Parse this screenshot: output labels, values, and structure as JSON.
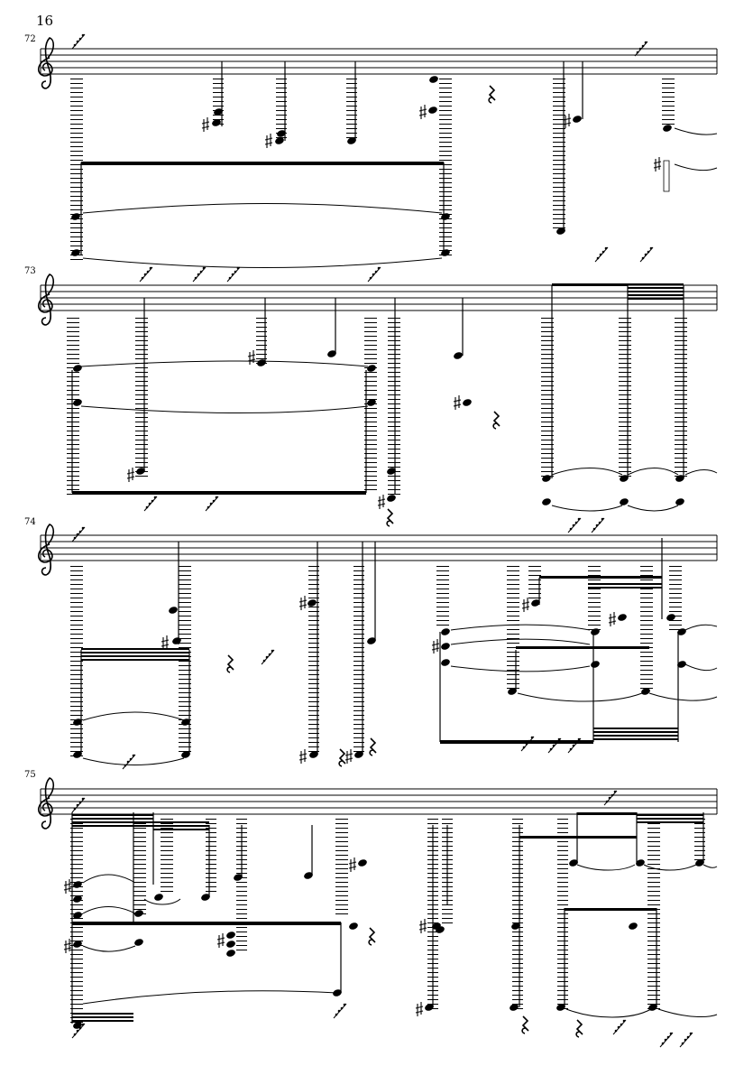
{
  "page": {
    "number": "16"
  },
  "systems": [
    {
      "measure": "72"
    },
    {
      "measure": "73"
    },
    {
      "measure": "74"
    },
    {
      "measure": "75"
    }
  ],
  "clef": "treble-clef-icon",
  "ink_color": "#000000"
}
